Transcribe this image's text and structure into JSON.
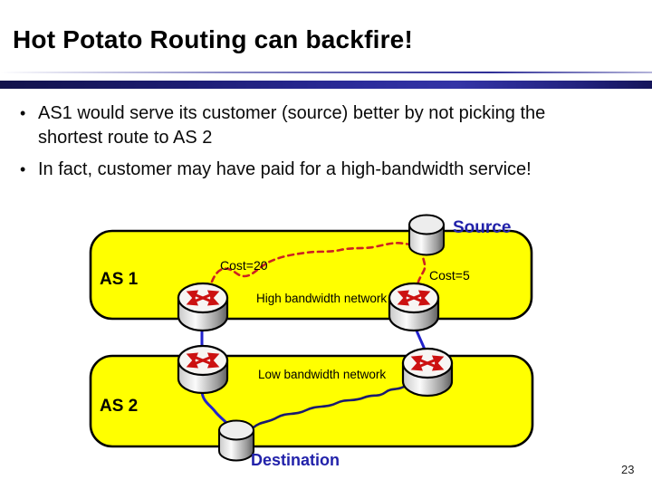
{
  "slide": {
    "title": "Hot Potato Routing can backfire!",
    "bullet_glyph": "•",
    "bullets": [
      "AS1 would serve its customer (source) better by not picking the shortest route to AS 2",
      "In fact, customer may have paid for a high-bandwidth service!"
    ],
    "page_number": "23"
  },
  "diagram": {
    "as1_label": "AS 1",
    "as2_label": "AS 2",
    "source_label": "Source",
    "destination_label": "Destination",
    "cost20_label": "Cost=20",
    "cost5_label": "Cost=5",
    "high_bw_label": "High bandwidth network",
    "low_bw_label": "Low bandwidth network",
    "colors": {
      "network_box_fill": "#ffff00",
      "box_border": "#000000",
      "route_dashed_red": "#cc2222",
      "link_blue": "#2222cc",
      "link_navy": "#1a1a6e",
      "endpoint_label_blue": "#2222aa",
      "router_arrow_red": "#cc1111",
      "title_rule_navy": "#2b2b9a"
    }
  }
}
